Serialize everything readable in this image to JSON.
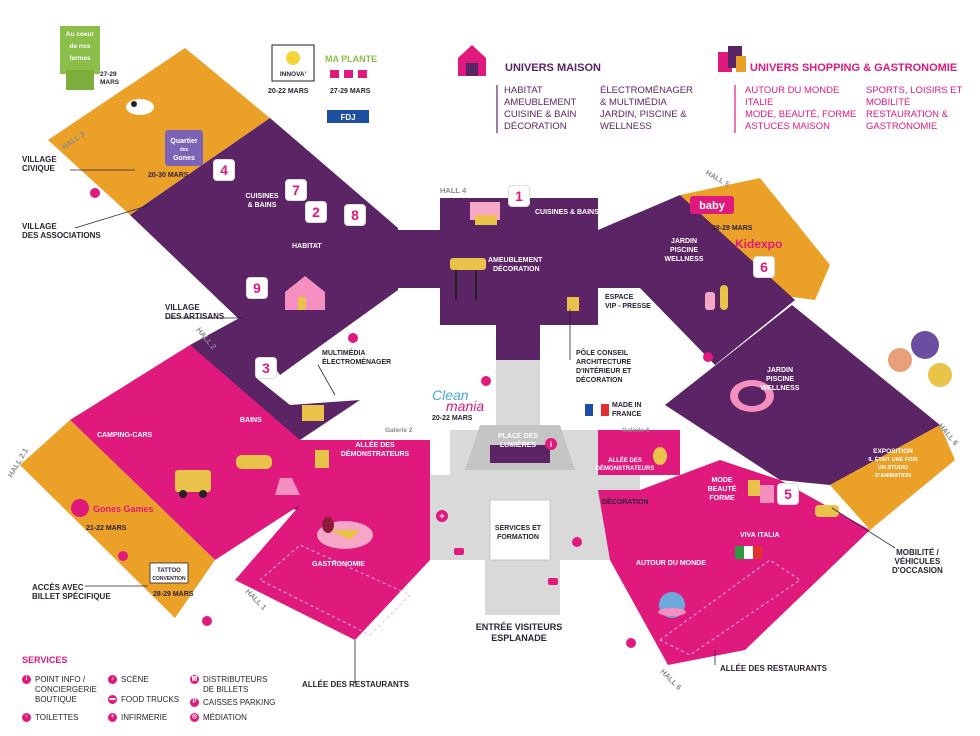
{
  "colors": {
    "purple": "#5b2464",
    "magenta": "#e0197d",
    "orange": "#eba128",
    "grey": "#d9d9d9",
    "darkgrey": "#b9b9b9"
  },
  "legend": {
    "maison": {
      "title": "UNIVERS MAISON",
      "icon": "house-icon",
      "col1": [
        "HABITAT",
        "AMEUBLEMENT",
        "CUISINE & BAIN",
        "DÉCORATION"
      ],
      "col2": [
        "ÉLECTROMÉNAGER",
        "& MULTIMÉDIA",
        "JARDIN, PISCINE &",
        "WELLNESS"
      ]
    },
    "shopping": {
      "title": "UNIVERS SHOPPING & GASTRONOMIE",
      "icon": "shopping-bags-icon",
      "col1": [
        "AUTOUR DU MONDE",
        "ITALIE",
        "MODE, BEAUTÉ, FORME",
        "ASTUCES MAISON"
      ],
      "col2": [
        "SPORTS, LOISIRS ET",
        "MOBILITÉ",
        "RESTAURATION &",
        "GASTRONOMIE"
      ]
    }
  },
  "halls": {
    "hall1": "HALL 1",
    "hall2": "HALL 2",
    "hall21": "HALL 2.1",
    "hall3": "HALL 3",
    "hall4": "HALL 4",
    "hall5": "HALL 5",
    "hall6a": "HALL 6",
    "hall6b": "HALL 6"
  },
  "areas": {
    "cuisines_bains_top": "CUISINES & BAINS",
    "ameublement": "AMEUBLEMENT\nDÉCORATION",
    "espace_vip": "ESPACE\nVIP - PRESSE",
    "pole_conseil": "PÔLE CONSEIL\nARCHITECTURE\nD'INTÉRIEUR ET\nDÉCORATION",
    "cuisines_bains_left": "CUISINES\n& BAINS",
    "habitat": "HABITAT",
    "multimedia": "MULTIMÉDIA\nÉLECTROMÉNAGER",
    "bains": "BAINS",
    "jardin1": "JARDIN\nPISCINE\nWELLNESS",
    "jardin2": "JARDIN\nPISCINE\nWELLNESS",
    "camping": "CAMPING-CARS",
    "gastronomie": "GASTRONOMIE",
    "allee_demo_left": "ALLÉE DES\nDÉMONSTRATEURS",
    "allee_demo_right": "ALLÉE DES\nDÉMONSTRATEURS",
    "place": "PLACE DES\nLUMIÈRES",
    "services": "SERVICES ET\nFORMATION",
    "entree": "ENTRÉE VISITEURS\nESPLANADE",
    "autour": "AUTOUR DU MONDE",
    "mode": "MODE\nBEAUTÉ\nFORME",
    "viva": "VIVA ITALIA",
    "exposition": "EXPOSITION\nIL ÉTAIT UNE FOIS\nUN STUDIO\nD'ANIMATION",
    "galerie2": "Galerie 2",
    "galerie6": "Galerie 6",
    "made_in_france": "MADE IN\nFRANCE",
    "decoration": "DÉCORATION"
  },
  "callouts": {
    "village_civique": "VILLAGE\nCIVIQUE",
    "village_associations": "VILLAGE\nDES ASSOCIATIONS",
    "village_artisans": "VILLAGE\nDES ARTISANS",
    "acces_billet": "ACCÈS AVEC\nBILLET SPÉCIFIQUE",
    "allee_restaurants_left": "ALLÉE DES RESTAURANTS",
    "allee_restaurants_right": "ALLÉE DES RESTAURANTS",
    "mobilite": "MOBILITÉ /\nVÉHICULES\nD'OCCASION"
  },
  "events": {
    "fermes": {
      "logo": [
        "Au coeur",
        "de nos",
        "fermes"
      ],
      "date": "27-29\nMARS"
    },
    "innova": {
      "logo": "INNOVA'",
      "date": "20-22 MARS"
    },
    "maplante": {
      "logo": "MA PLANTE",
      "date": "27-29 MARS"
    },
    "fdj": {
      "logo": "FDJ"
    },
    "quartier": {
      "logo": [
        "Quartier",
        "des",
        "Gones"
      ],
      "date": "20-30 MARS"
    },
    "cleanmania": {
      "logo": [
        "Clean",
        "mania"
      ],
      "date": "20-22 MARS"
    },
    "babykidexpo": {
      "logo1": "baby",
      "logo2": "Kidexpo",
      "date": "28-29 MARS"
    },
    "gonesgames": {
      "logo": "Gones Games",
      "date": "21-22 MARS"
    },
    "tattoo": {
      "logo": [
        "TATTOO",
        "CONVENTION"
      ],
      "date": "28-29 MARS"
    }
  },
  "numbers": [
    "1",
    "2",
    "3",
    "4",
    "5",
    "6",
    "7",
    "8",
    "9"
  ],
  "services": {
    "title": "SERVICES",
    "items": [
      {
        "icon": "info-icon",
        "label": "POINT INFO /\nCONCIERGERIE\nBOUTIQUE"
      },
      {
        "icon": "toilets-icon",
        "label": "TOILETTES"
      },
      {
        "icon": "stage-icon",
        "label": "SCÈNE"
      },
      {
        "icon": "food-truck-icon",
        "label": "FOOD TRUCKS"
      },
      {
        "icon": "first-aid-icon",
        "label": "INFIRMERIE"
      },
      {
        "icon": "ticket-machine-icon",
        "label": "DISTRIBUTEURS\nDE BILLETS"
      },
      {
        "icon": "parking-icon",
        "label": "CAISSES PARKING"
      },
      {
        "icon": "mediation-icon",
        "label": "MÉDIATION"
      }
    ]
  }
}
